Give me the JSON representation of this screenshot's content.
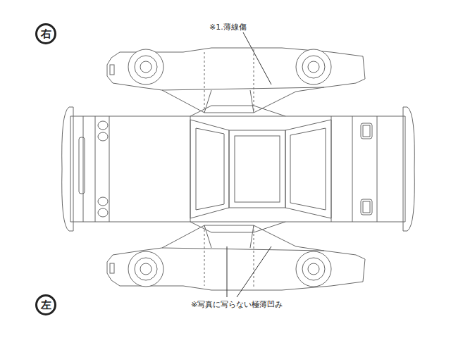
{
  "diagram": {
    "nodes": [
      {
        "text": [
          "右"
        ]
      },
      {
        "text": [
          "左"
        ]
      }
    ],
    "labels": [
      "※1.薄線傷",
      "※写真に写らない極薄凹み"
    ]
  }
}
